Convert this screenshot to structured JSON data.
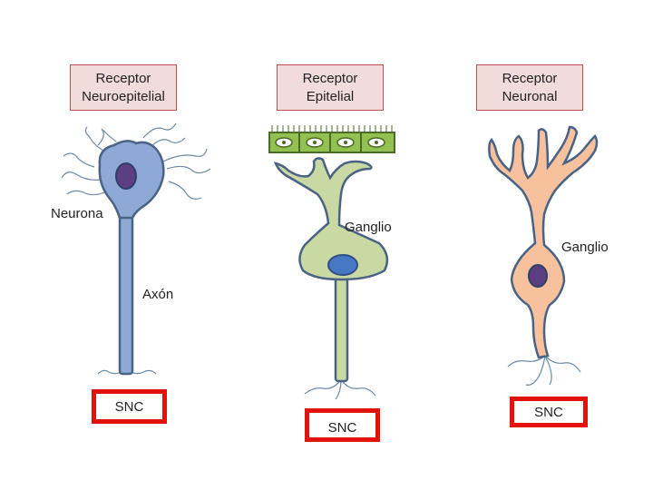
{
  "receptors": [
    {
      "title": "Receptor\nNeuroepitelial",
      "snc": "SNC"
    },
    {
      "title": "Receptor\nEpitelial",
      "snc": "SNC"
    },
    {
      "title": "Receptor\nNeuronal",
      "snc": "SNC"
    }
  ],
  "labels": {
    "neurona": "Neurona",
    "axon": "Axón",
    "ganglio_1": "Ganglio",
    "ganglio_2": "Ganglio"
  },
  "colors": {
    "title_fill": "#f2dcdb",
    "title_border": "#c0504d",
    "snc_border": "#e3120b",
    "neuroepithelial_cell": "#8fa9d6",
    "nucleus": "#5b3f82",
    "epithelial_cell": "#92c051",
    "ganglion_cell": "#c8d9a3",
    "ganglion_nucleus": "#4678c4",
    "neuronal_cell": "#f7c19e",
    "outline": "#4a6284"
  }
}
